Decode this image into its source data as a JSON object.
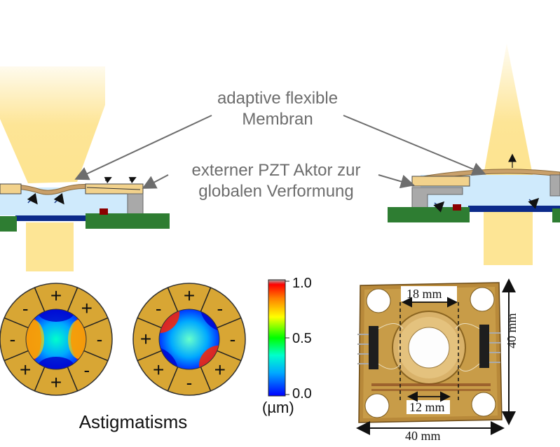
{
  "labels": {
    "membrane_line1": "adaptive flexible",
    "membrane_line2": "Membran",
    "pzt_line1": "externer PZT Aktor zur",
    "pzt_line2": "globalen Verformung",
    "astigmatisms": "Astigmatisms"
  },
  "colorbar": {
    "ticks": [
      "1.0",
      "0.5",
      "0.0"
    ],
    "unit": "(µm)",
    "gradient": [
      "#0000ff",
      "#00aaff",
      "#00ffcc",
      "#00ff00",
      "#ffff00",
      "#ff8000",
      "#ff0000"
    ]
  },
  "pattern_a": [
    "+",
    "+",
    "-",
    "-",
    "+",
    "+",
    "-",
    "-"
  ],
  "pattern_b": [
    "+",
    "-",
    "-",
    "+",
    "-",
    "+",
    "+",
    "-"
  ],
  "dimensions": {
    "inner_top": "18 mm",
    "inner_bottom": "12 mm",
    "outer_right": "40 mm",
    "outer_bottom": "40 mm"
  },
  "colors": {
    "gold": "#d8a634",
    "beam": "#fde28a",
    "fluid": "#cfeafc",
    "pcb": "#2e7d32",
    "actuator_gray": "#a9a9a9",
    "electrode": "#0b2a8a"
  }
}
